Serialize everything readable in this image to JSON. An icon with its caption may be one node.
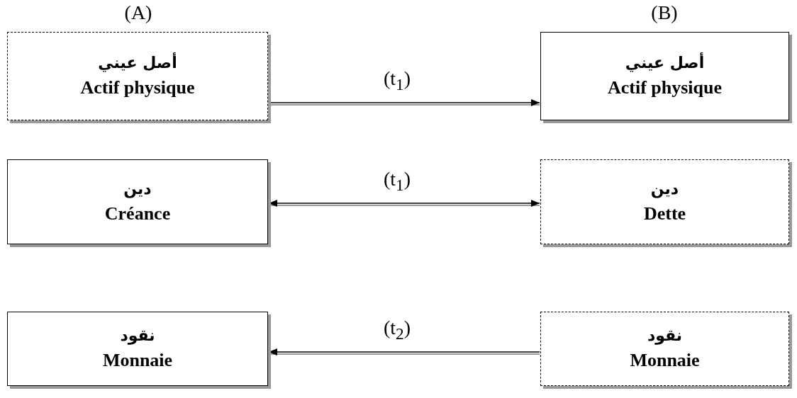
{
  "diagram": {
    "nodes": [
      {
        "text": [
          "أصل عيني",
          "Actif physique"
        ]
      },
      {
        "text": [
          "أصل عيني",
          "Actif physique"
        ]
      },
      {
        "text": [
          "دين",
          "Créance"
        ]
      },
      {
        "text": [
          "دين",
          "Dette"
        ]
      },
      {
        "text": [
          "نقود",
          "Monnaie"
        ]
      },
      {
        "text": [
          "نقود",
          "Monnaie"
        ]
      }
    ],
    "edges": [
      {
        "from": 0,
        "to": 1,
        "arrow": "to",
        "label": "(t$_{1}$)"
      },
      {
        "from": 2,
        "to": 3,
        "arrow": "both",
        "label": "(t$_{1}$)"
      },
      {
        "from": 5,
        "to": 4,
        "arrow": "to",
        "label": "(t$_{2}$)"
      }
    ],
    "labels": [
      "(A)",
      "(B)"
    ]
  }
}
